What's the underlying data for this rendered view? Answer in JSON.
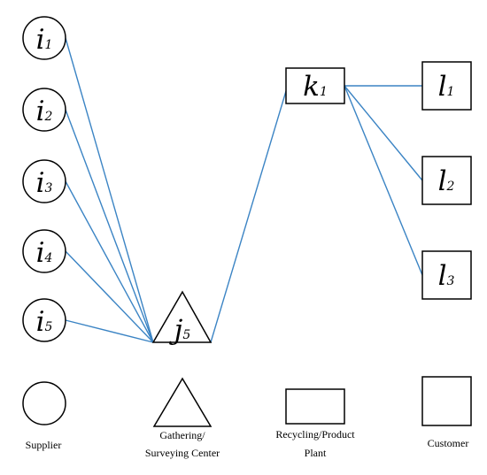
{
  "nodes": {
    "i1": {
      "main": "i",
      "sub": "1"
    },
    "i2": {
      "main": "i",
      "sub": "2"
    },
    "i3": {
      "main": "i",
      "sub": "3"
    },
    "i4": {
      "main": "i",
      "sub": "4"
    },
    "i5": {
      "main": "i",
      "sub": "5"
    },
    "j5": {
      "main": "j",
      "sub": "5"
    },
    "k1": {
      "main": "k",
      "sub": "1"
    },
    "l1": {
      "main": "l",
      "sub": "1"
    },
    "l2": {
      "main": "l",
      "sub": "2"
    },
    "l3": {
      "main": "l",
      "sub": "3"
    }
  },
  "edges": [
    [
      "i1",
      "j5"
    ],
    [
      "i2",
      "j5"
    ],
    [
      "i3",
      "j5"
    ],
    [
      "i4",
      "j5"
    ],
    [
      "i5",
      "j5"
    ],
    [
      "j5",
      "k1"
    ],
    [
      "k1",
      "l1"
    ],
    [
      "k1",
      "l2"
    ],
    [
      "k1",
      "l3"
    ]
  ],
  "legend": {
    "supplier": {
      "line1": "Supplier"
    },
    "gathering": {
      "line1": "Gathering/",
      "line2": "Surveying Center"
    },
    "plant": {
      "line1": "Recycling/Product",
      "line2": "Plant"
    },
    "customer": {
      "line1": "Customer"
    }
  },
  "colors": {
    "edge": "#3b84c4",
    "stroke": "#000000"
  }
}
